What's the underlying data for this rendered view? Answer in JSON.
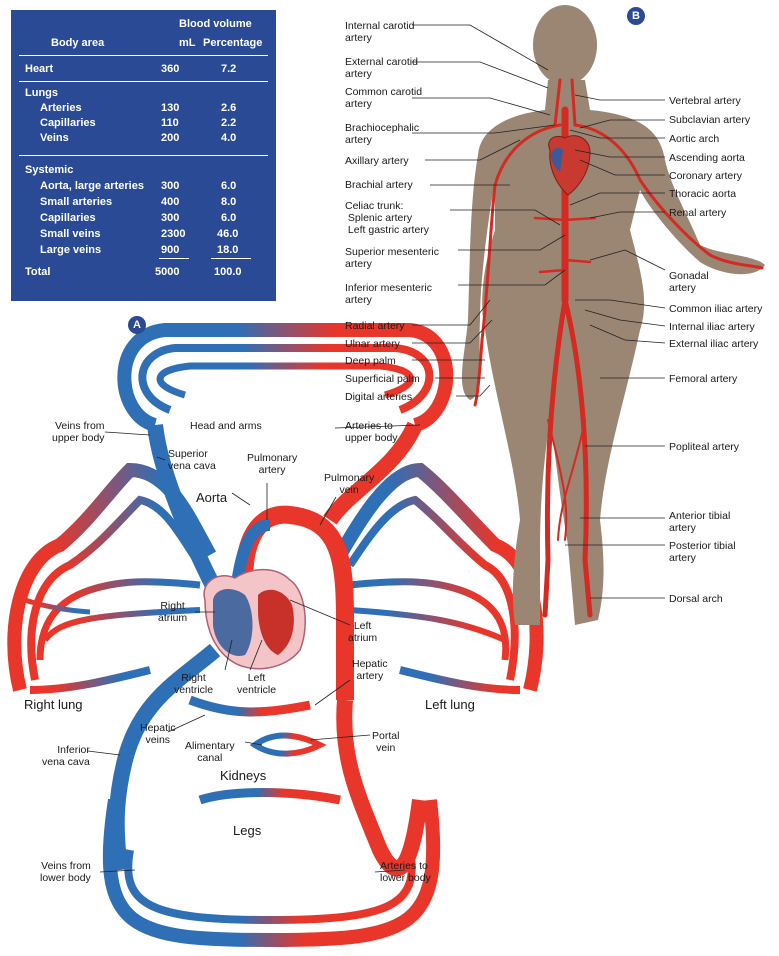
{
  "table": {
    "group_header": "Blood volume",
    "col_area": "Body area",
    "col_ml": "mL",
    "col_pct": "Percentage",
    "rows": [
      {
        "area": "Heart",
        "ml": "360",
        "pct": "7.2"
      },
      {
        "area": "Lungs",
        "ml": "",
        "pct": ""
      },
      {
        "area": "Arteries",
        "ml": "130",
        "pct": "2.6"
      },
      {
        "area": "Capillaries",
        "ml": "110",
        "pct": "2.2"
      },
      {
        "area": "Veins",
        "ml": "200",
        "pct": "4.0"
      },
      {
        "area": "Systemic",
        "ml": "",
        "pct": ""
      },
      {
        "area": "Aorta, large arteries",
        "ml": "300",
        "pct": "6.0"
      },
      {
        "area": "Small arteries",
        "ml": "400",
        "pct": "8.0"
      },
      {
        "area": "Capillaries",
        "ml": "300",
        "pct": "6.0"
      },
      {
        "area": "Small veins",
        "ml": "2300",
        "pct": "46.0"
      },
      {
        "area": "Large veins",
        "ml": "900",
        "pct": "18.0"
      },
      {
        "area": "Total",
        "ml": "5000",
        "pct": "100.0"
      }
    ]
  },
  "markers": {
    "a": "A",
    "b": "B"
  },
  "panel_a": {
    "head_arms": "Head and arms",
    "veins_upper": "Veins from\nupper body",
    "arteries_upper": "Arteries to\nupper body",
    "svc": "Superior\nvena cava",
    "pulm_artery": "Pulmonary\nartery",
    "pulm_vein": "Pulmonary\nvein",
    "aorta": "Aorta",
    "right_atrium": "Right\natrium",
    "left_atrium": "Left\natrium",
    "right_ventricle": "Right\nventricle",
    "left_ventricle": "Left\nventricle",
    "right_lung": "Right lung",
    "left_lung": "Left lung",
    "hepatic_artery": "Hepatic\nartery",
    "hepatic_veins": "Hepatic\nveins",
    "alimentary": "Alimentary\ncanal",
    "portal_vein": "Portal\nvein",
    "ivc": "Inferior\nvena cava",
    "kidneys": "Kidneys",
    "legs": "Legs",
    "veins_lower": "Veins from\nlower body",
    "arteries_lower": "Arteries to\nlower body"
  },
  "panel_b": {
    "left_labels": [
      "Internal carotid\nartery",
      "External carotid\nartery",
      "Common carotid\nartery",
      "Brachiocephalic\nartery",
      "Axillary artery",
      "Brachial artery",
      "Celiac trunk:\n Splenic artery\n Left gastric artery",
      "Superior mesenteric\nartery",
      "Inferior mesenteric\nartery",
      "Radial artery",
      "Ulnar artery",
      "Deep palm",
      "Superficial palm",
      "Digital arteries"
    ],
    "right_labels": [
      "Vertebral artery",
      "Subclavian artery",
      "Aortic arch",
      "Ascending aorta",
      "Coronary artery",
      "Thoracic aorta",
      "Renal artery",
      "Gonadal\nartery",
      "Common iliac artery",
      "Internal iliac artery",
      "External iliac artery",
      "Femoral artery",
      "Popliteal artery",
      "Anterior tibial\nartery",
      "Posterior tibial\nartery",
      "Dorsal arch"
    ]
  },
  "colors": {
    "table_bg": "#2a4a95",
    "artery": "#e8362a",
    "vein": "#2f6fb5",
    "body": "#9b8573"
  }
}
